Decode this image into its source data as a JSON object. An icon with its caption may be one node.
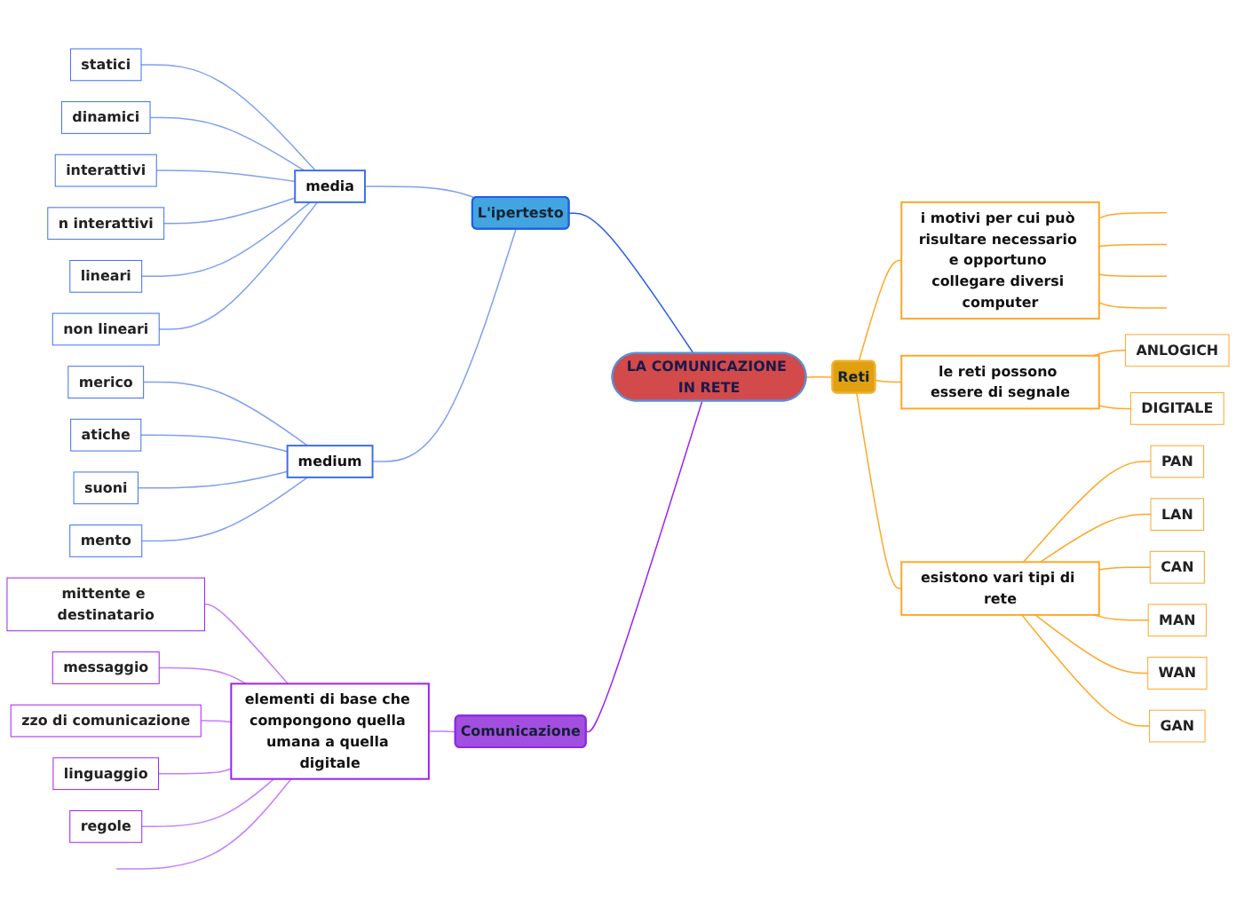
{
  "diagram": {
    "nodes": [
      {
        "text": [
          "LA COMUNICAZIONE IN RETE"
        ]
      },
      {
        "text": [
          "L'ipertesto"
        ]
      },
      {
        "text": [
          "media"
        ]
      },
      {
        "text": [
          "statici"
        ]
      },
      {
        "text": [
          "dinamici"
        ]
      },
      {
        "text": [
          "interattivi"
        ]
      },
      {
        "text": [
          "n interattivi"
        ]
      },
      {
        "text": [
          "lineari"
        ]
      },
      {
        "text": [
          "non lineari"
        ]
      },
      {
        "text": [
          "medium"
        ]
      },
      {
        "text": [
          "merico"
        ]
      },
      {
        "text": [
          "atiche"
        ]
      },
      {
        "text": [
          "suoni"
        ]
      },
      {
        "text": [
          "mento"
        ]
      },
      {
        "text": [
          "Reti"
        ]
      },
      {
        "text": [
          "i motivi per cui può risultare necessario e opportuno collegare diversi computer"
        ]
      },
      {
        "text": [
          "le reti possono essere di segnale"
        ]
      },
      {
        "text": [
          "ANLOGICH"
        ]
      },
      {
        "text": [
          "DIGITALE"
        ]
      },
      {
        "text": [
          "esistono vari tipi di rete"
        ]
      },
      {
        "text": [
          "PAN"
        ]
      },
      {
        "text": [
          "LAN"
        ]
      },
      {
        "text": [
          "CAN"
        ]
      },
      {
        "text": [
          "MAN"
        ]
      },
      {
        "text": [
          "WAN"
        ]
      },
      {
        "text": [
          "GAN"
        ]
      },
      {
        "text": [
          "Comunicazione"
        ]
      },
      {
        "text": [
          "elementi di base che compongono quella umana a quella digitale"
        ]
      },
      {
        "text": [
          "mittente e destinatario"
        ]
      },
      {
        "text": [
          "messaggio"
        ]
      },
      {
        "text": [
          "zzo di comunicazione"
        ]
      },
      {
        "text": [
          "linguaggio"
        ]
      },
      {
        "text": [
          "regole"
        ]
      }
    ],
    "edges": [
      {
        "from": 0,
        "to": 1,
        "arrow": "none",
        "color": "#2b5ce6"
      },
      {
        "from": 1,
        "to": 2,
        "arrow": "none",
        "color": "#7fa0f0"
      },
      {
        "from": 2,
        "to": 3,
        "arrow": "none",
        "color": "#7fa0f0"
      },
      {
        "from": 2,
        "to": 4,
        "arrow": "none",
        "color": "#7fa0f0"
      },
      {
        "from": 2,
        "to": 5,
        "arrow": "none",
        "color": "#7fa0f0"
      },
      {
        "from": 2,
        "to": 6,
        "arrow": "none",
        "color": "#7fa0f0"
      },
      {
        "from": 2,
        "to": 7,
        "arrow": "none",
        "color": "#7fa0f0"
      },
      {
        "from": 2,
        "to": 8,
        "arrow": "none",
        "color": "#7fa0f0"
      },
      {
        "from": 1,
        "to": 9,
        "arrow": "none",
        "color": "#7fa0f0"
      },
      {
        "from": 9,
        "to": 10,
        "arrow": "none",
        "color": "#7fa0f0"
      },
      {
        "from": 9,
        "to": 11,
        "arrow": "none",
        "color": "#7fa0f0"
      },
      {
        "from": 9,
        "to": 12,
        "arrow": "none",
        "color": "#7fa0f0"
      },
      {
        "from": 9,
        "to": 13,
        "arrow": "none",
        "color": "#7fa0f0"
      },
      {
        "from": 0,
        "to": 14,
        "arrow": "none"
      },
      {
        "from": 14,
        "to": 15,
        "arrow": "none"
      },
      {
        "from": 15,
        "to": null,
        "arrow": "none"
      },
      {
        "from": 15,
        "to": null,
        "arrow": "none"
      },
      {
        "from": 15,
        "to": null,
        "arrow": "none"
      },
      {
        "from": 15,
        "to": null,
        "arrow": "none"
      },
      {
        "from": 14,
        "to": 16,
        "arrow": "none"
      },
      {
        "from": 16,
        "to": 17,
        "arrow": "none"
      },
      {
        "from": 16,
        "to": 18,
        "arrow": "none"
      },
      {
        "from": 14,
        "to": 19,
        "arrow": "none"
      },
      {
        "from": 19,
        "to": 20,
        "arrow": "none"
      },
      {
        "from": 19,
        "to": 21,
        "arrow": "none"
      },
      {
        "from": 19,
        "to": 22,
        "arrow": "none"
      },
      {
        "from": 19,
        "to": 23,
        "arrow": "none"
      },
      {
        "from": 19,
        "to": 24,
        "arrow": "none"
      },
      {
        "from": 19,
        "to": 25,
        "arrow": "none"
      },
      {
        "from": 0,
        "to": 26,
        "arrow": "none",
        "color": "#a020f0"
      },
      {
        "from": 26,
        "to": 27,
        "arrow": "none",
        "color": "#c77dff"
      },
      {
        "from": 27,
        "to": 28,
        "arrow": "none",
        "color": "#c77dff"
      },
      {
        "from": 27,
        "to": 29,
        "arrow": "none",
        "color": "#c77dff"
      },
      {
        "from": 27,
        "to": 30,
        "arrow": "none",
        "color": "#c77dff"
      },
      {
        "from": 27,
        "to": 31,
        "arrow": "none",
        "color": "#c77dff"
      },
      {
        "from": 27,
        "to": 32,
        "arrow": "none",
        "color": "#c77dff"
      },
      {
        "from": 27,
        "to": null,
        "arrow": "none",
        "color": "#c77dff"
      }
    ]
  }
}
